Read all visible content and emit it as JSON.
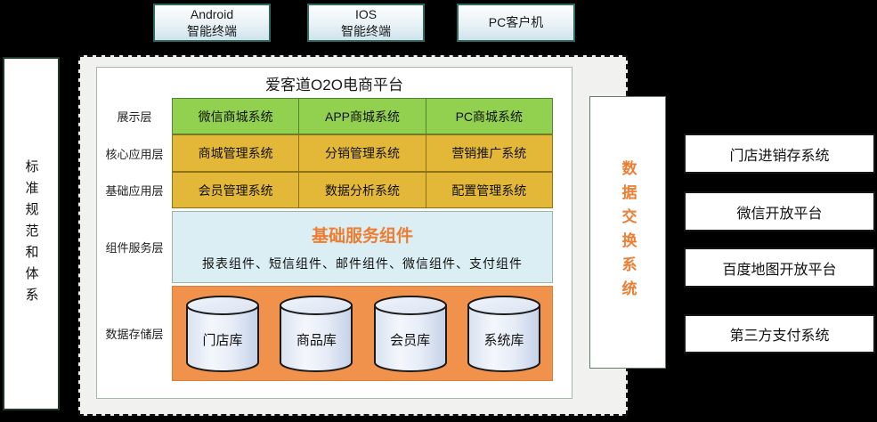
{
  "colors": {
    "accent_orange": "#ED7D31",
    "green_cell": "#92D050",
    "yellow_cell": "#E3B838",
    "blue_panel": "#DAEEF3",
    "orange_panel": "#F0914C",
    "background": "#000000"
  },
  "terminals": {
    "android": {
      "line1": "Android",
      "line2": "智能终端"
    },
    "ios": {
      "line1": "IOS",
      "line2": "智能终端"
    },
    "pc": {
      "line1": "PC客户机"
    }
  },
  "standards_panel": {
    "label": "标准规范和体系"
  },
  "platform": {
    "title": "爱客道O2O电商平台",
    "display_layer": {
      "label": "展示层",
      "cells": [
        "微信商城系统",
        "APP商城系统",
        "PC商城系统"
      ]
    },
    "core_app_layer": {
      "label": "核心应用层",
      "cells": [
        "商城管理系统",
        "分销管理系统",
        "营销推广系统"
      ]
    },
    "base_app_layer": {
      "label": "基础应用层",
      "cells": [
        "会员管理系统",
        "数据分析系统",
        "配置管理系统"
      ]
    },
    "component_layer": {
      "label": "组件服务层",
      "title": "基础服务组件",
      "items": "报表组件、短信组件、邮件组件、微信组件、支付组件"
    },
    "storage_layer": {
      "label": "数据存储层",
      "databases": [
        "门店库",
        "商品库",
        "会员库",
        "系统库"
      ]
    }
  },
  "exchange_system": {
    "label": "数据交换系统"
  },
  "external_systems": [
    {
      "label": "门店进销存系统"
    },
    {
      "label": "微信开放平台"
    },
    {
      "label": "百度地图开放平台"
    },
    {
      "label": "第三方支付系统"
    }
  ]
}
